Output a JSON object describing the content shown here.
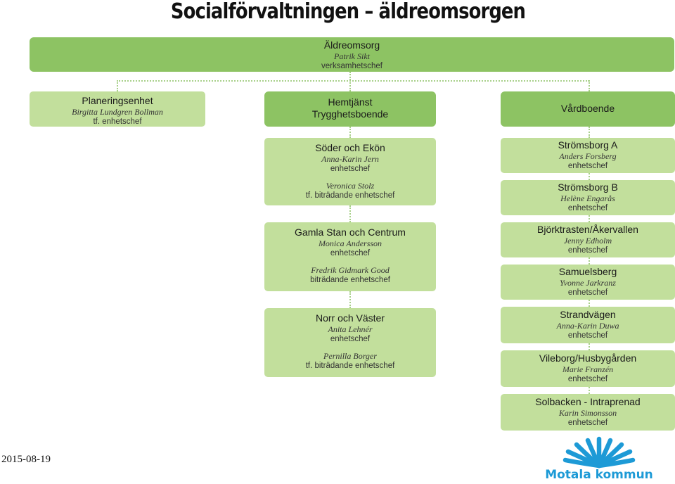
{
  "title": "Socialförvaltningen – äldreomsorgen",
  "date": "2015-08-19",
  "logo_text": "Motala kommun",
  "colors": {
    "dark_box": "#8dc363",
    "light_box": "#c2df9c",
    "connector": "#a8d08a",
    "logo": "#1d9ad6"
  },
  "top": {
    "name": "Äldreomsorg",
    "person": "Patrik Sikt",
    "role": "verksamhetschef"
  },
  "planering": {
    "name": "Planeringsenhet",
    "person": "Birgitta Lundgren Bollman",
    "role": "tf. enhetschef"
  },
  "hemtjanst": {
    "name_line1": "Hemtjänst",
    "name_line2": "Trygghetsboende"
  },
  "vardboende": {
    "name": "Vårdboende"
  },
  "hem_units": [
    {
      "name": "Söder och Ekön",
      "person": "Anna-Karin Jern",
      "role": "enhetschef",
      "person2": "Veronica Stolz",
      "role2": "tf. biträdande enhetschef"
    },
    {
      "name": "Gamla Stan och Centrum",
      "person": "Monica Andersson",
      "role": "enhetschef",
      "person2": "Fredrik Gidmark Good",
      "role2": "biträdande enhetschef"
    },
    {
      "name": "Norr och Väster",
      "person": "Anita Lehnér",
      "role": "enhetschef",
      "person2": "Pernilla Borger",
      "role2": "tf. biträdande enhetschef"
    }
  ],
  "vard_units": [
    {
      "name": "Strömsborg A",
      "person": "Anders Forsberg",
      "role": "enhetschef"
    },
    {
      "name": "Strömsborg B",
      "person": "Helène Engarås",
      "role": "enhetschef"
    },
    {
      "name": "Björktrasten/Åkervallen",
      "person": "Jenny Edholm",
      "role": "enhetschef"
    },
    {
      "name": "Samuelsberg",
      "person": "Yvonne Jarkranz",
      "role": "enhetschef"
    },
    {
      "name": "Strandvägen",
      "person": "Anna-Karin Duwa",
      "role": "enhetschef"
    },
    {
      "name": "Vileborg/Husbygården",
      "person": "Marie Franzén",
      "role": "enhetschef"
    },
    {
      "name": "Solbacken - Intraprenad",
      "person": "Karin Simonsson",
      "role": "enhetschef"
    }
  ]
}
